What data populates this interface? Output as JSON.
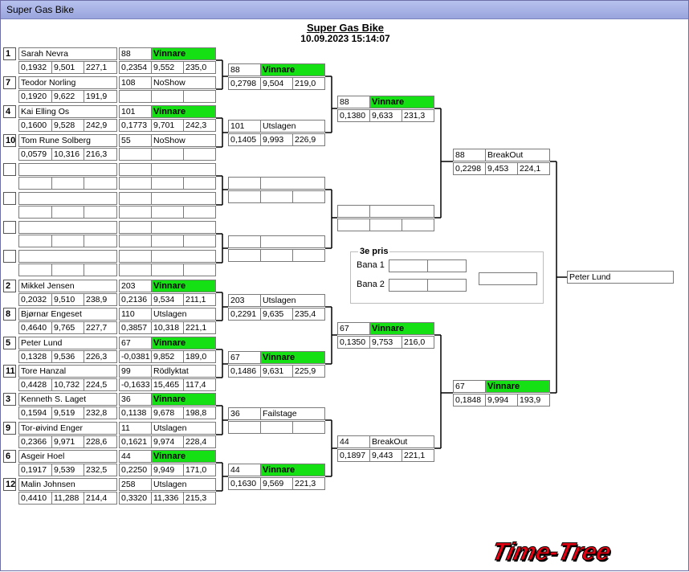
{
  "window": {
    "title": "Super Gas Bike"
  },
  "header": {
    "title": "Super Gas Bike",
    "datetime": "10.09.2023 15:14:07"
  },
  "seeds": [
    "1",
    "7",
    "4",
    "10",
    "",
    "",
    "",
    "",
    "2",
    "8",
    "5",
    "11",
    "3",
    "9",
    "6",
    "12"
  ],
  "riders": [
    {
      "name": "Sarah Nevra",
      "r1": "0,1932",
      "r2": "9,501",
      "r3": "227,1"
    },
    {
      "name": "Teodor Norling",
      "r1": "0,1920",
      "r2": "9,622",
      "r3": "191,9"
    },
    {
      "name": "Kai Elling Os",
      "r1": "0,1600",
      "r2": "9,528",
      "r3": "242,9"
    },
    {
      "name": "Tom Rune Solberg",
      "r1": "0,0579",
      "r2": "10,316",
      "r3": "216,3"
    },
    {
      "name": "",
      "r1": "",
      "r2": "",
      "r3": ""
    },
    {
      "name": "",
      "r1": "",
      "r2": "",
      "r3": ""
    },
    {
      "name": "",
      "r1": "",
      "r2": "",
      "r3": ""
    },
    {
      "name": "",
      "r1": "",
      "r2": "",
      "r3": ""
    },
    {
      "name": "Mikkel Jensen",
      "r1": "0,2032",
      "r2": "9,510",
      "r3": "238,9"
    },
    {
      "name": "Bjørnar Engeset",
      "r1": "0,4640",
      "r2": "9,765",
      "r3": "227,7"
    },
    {
      "name": "Peter Lund",
      "r1": "0,1328",
      "r2": "9,536",
      "r3": "226,3"
    },
    {
      "name": "Tore Hanzal",
      "r1": "0,4428",
      "r2": "10,732",
      "r3": "224,5"
    },
    {
      "name": "Kenneth S. Laget",
      "r1": "0,1594",
      "r2": "9,519",
      "r3": "232,8"
    },
    {
      "name": "Tor-øivind Enger",
      "r1": "0,2366",
      "r2": "9,971",
      "r3": "228,6"
    },
    {
      "name": "Asgeir Hoel",
      "r1": "0,1917",
      "r2": "9,539",
      "r3": "232,5"
    },
    {
      "name": "Malin Johnsen",
      "r1": "0,4410",
      "r2": "11,288",
      "r3": "214,4"
    }
  ],
  "round1": [
    {
      "num": "88",
      "status": "Vinnare",
      "win": true,
      "r1": "0,2354",
      "r2": "9,552",
      "r3": "235,0"
    },
    {
      "num": "108",
      "status": "NoShow",
      "win": false,
      "r1": "",
      "r2": "",
      "r3": ""
    },
    {
      "num": "101",
      "status": "Vinnare",
      "win": true,
      "r1": "0,1773",
      "r2": "9,701",
      "r3": "242,3"
    },
    {
      "num": "55",
      "status": "NoShow",
      "win": false,
      "r1": "",
      "r2": "",
      "r3": ""
    },
    {
      "num": "",
      "status": "",
      "win": false,
      "r1": "",
      "r2": "",
      "r3": ""
    },
    {
      "num": "",
      "status": "",
      "win": false,
      "r1": "",
      "r2": "",
      "r3": ""
    },
    {
      "num": "",
      "status": "",
      "win": false,
      "r1": "",
      "r2": "",
      "r3": ""
    },
    {
      "num": "",
      "status": "",
      "win": false,
      "r1": "",
      "r2": "",
      "r3": ""
    },
    {
      "num": "203",
      "status": "Vinnare",
      "win": true,
      "r1": "0,2136",
      "r2": "9,534",
      "r3": "211,1"
    },
    {
      "num": "110",
      "status": "Utslagen",
      "win": false,
      "r1": "0,3857",
      "r2": "10,318",
      "r3": "221,1"
    },
    {
      "num": "67",
      "status": "Vinnare",
      "win": true,
      "r1": "-0,0381",
      "r2": "9,852",
      "r3": "189,0"
    },
    {
      "num": "99",
      "status": "Rödlyktat",
      "win": false,
      "r1": "-0,1633",
      "r2": "15,465",
      "r3": "117,4"
    },
    {
      "num": "36",
      "status": "Vinnare",
      "win": true,
      "r1": "0,1138",
      "r2": "9,678",
      "r3": "198,8"
    },
    {
      "num": "11",
      "status": "Utslagen",
      "win": false,
      "r1": "0,1621",
      "r2": "9,974",
      "r3": "228,4"
    },
    {
      "num": "44",
      "status": "Vinnare",
      "win": true,
      "r1": "0,2250",
      "r2": "9,949",
      "r3": "171,0"
    },
    {
      "num": "258",
      "status": "Utslagen",
      "win": false,
      "r1": "0,3320",
      "r2": "11,336",
      "r3": "215,3"
    }
  ],
  "round2": [
    {
      "num": "88",
      "status": "Vinnare",
      "win": true,
      "r1": "0,2798",
      "r2": "9,504",
      "r3": "219,0"
    },
    {
      "num": "101",
      "status": "Utslagen",
      "win": false,
      "r1": "0,1405",
      "r2": "9,993",
      "r3": "226,9"
    },
    {
      "num": "",
      "status": "",
      "win": false,
      "r1": "",
      "r2": "",
      "r3": ""
    },
    {
      "num": "",
      "status": "",
      "win": false,
      "r1": "",
      "r2": "",
      "r3": ""
    },
    {
      "num": "203",
      "status": "Utslagen",
      "win": false,
      "r1": "0,2291",
      "r2": "9,635",
      "r3": "235,4"
    },
    {
      "num": "67",
      "status": "Vinnare",
      "win": true,
      "r1": "0,1486",
      "r2": "9,631",
      "r3": "225,9"
    },
    {
      "num": "36",
      "status": "Failstage",
      "win": false,
      "r1": "",
      "r2": "",
      "r3": ""
    },
    {
      "num": "44",
      "status": "Vinnare",
      "win": true,
      "r1": "0,1630",
      "r2": "9,569",
      "r3": "221,3"
    }
  ],
  "round3": [
    {
      "num": "88",
      "status": "Vinnare",
      "win": true,
      "r1": "0,1380",
      "r2": "9,633",
      "r3": "231,3"
    },
    {
      "num": "",
      "status": "",
      "win": false,
      "r1": "",
      "r2": "",
      "r3": ""
    },
    {
      "num": "67",
      "status": "Vinnare",
      "win": true,
      "r1": "0,1350",
      "r2": "9,753",
      "r3": "216,0"
    },
    {
      "num": "44",
      "status": "BreakOut",
      "win": false,
      "r1": "0,1897",
      "r2": "9,443",
      "r3": "221,1"
    }
  ],
  "round4": [
    {
      "num": "88",
      "status": "BreakOut",
      "win": false,
      "r1": "0,2298",
      "r2": "9,453",
      "r3": "224,1"
    },
    {
      "num": "67",
      "status": "Vinnare",
      "win": true,
      "r1": "0,1848",
      "r2": "9,994",
      "r3": "193,9"
    }
  ],
  "winner": {
    "name": "Peter Lund"
  },
  "third": {
    "title": "3e pris",
    "lane1": "Bana 1",
    "lane2": "Bana 2"
  },
  "logo": {
    "text": "Time-Tree"
  }
}
